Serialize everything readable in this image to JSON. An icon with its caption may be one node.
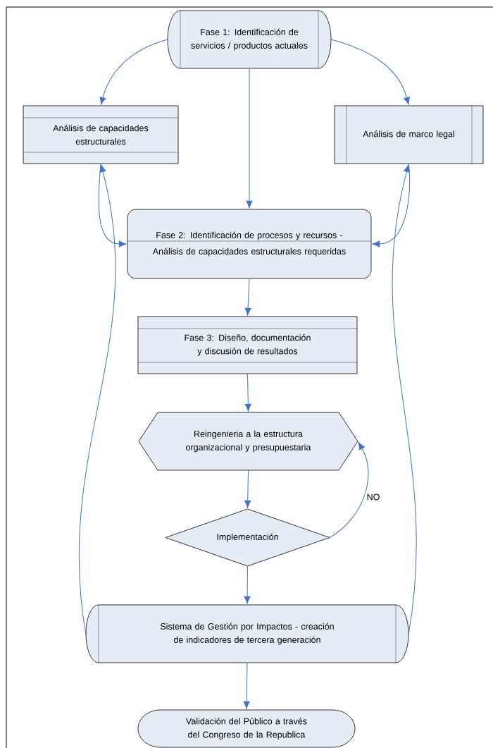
{
  "diagram": {
    "nodes": [
      {
        "text": [
          "Fase 1: Identificación de servicios / productos actuales"
        ]
      },
      {
        "text": [
          "Análisis de capacidades estructurales"
        ]
      },
      {
        "text": [
          "Análisis de marco legal"
        ]
      },
      {
        "text": [
          "Fase 2: Identificación de procesos y recursos -",
          "Análisis de capacidades estructurales requeridas"
        ]
      },
      {
        "text": [
          "Fase 3: Diseño, documentación y discusión de resultados"
        ]
      },
      {
        "text": [
          "Reingenieria a la estructura organizacional y presupuestaria"
        ]
      },
      {
        "text": [
          "Implementación"
        ]
      },
      {
        "text": [
          "Sistema de Gestión por Impactos - creación de indicadores de tercera generación"
        ]
      },
      {
        "text": [
          "Validación del Público a través del Congreso de la Republica"
        ]
      }
    ],
    "edges": [
      {
        "from": 0,
        "to": 1,
        "arrow": "to"
      },
      {
        "from": 0,
        "to": 3,
        "arrow": "to"
      },
      {
        "from": 0,
        "to": 2,
        "arrow": "to"
      },
      {
        "from": 1,
        "to": 3,
        "arrow": "to"
      },
      {
        "from": 7,
        "to": 1,
        "arrow": "to"
      },
      {
        "from": 2,
        "to": 3,
        "arrow": "to"
      },
      {
        "from": 7,
        "to": 2,
        "arrow": "to"
      },
      {
        "from": 3,
        "to": 4,
        "arrow": "to"
      },
      {
        "from": 4,
        "to": 5,
        "arrow": "to"
      },
      {
        "from": 5,
        "to": 6,
        "arrow": "to"
      },
      {
        "from": 6,
        "to": 5,
        "arrow": "to",
        "label": "NO"
      },
      {
        "from": 6,
        "to": 7,
        "arrow": "to"
      },
      {
        "from": 7,
        "to": 8,
        "arrow": "to"
      }
    ]
  }
}
